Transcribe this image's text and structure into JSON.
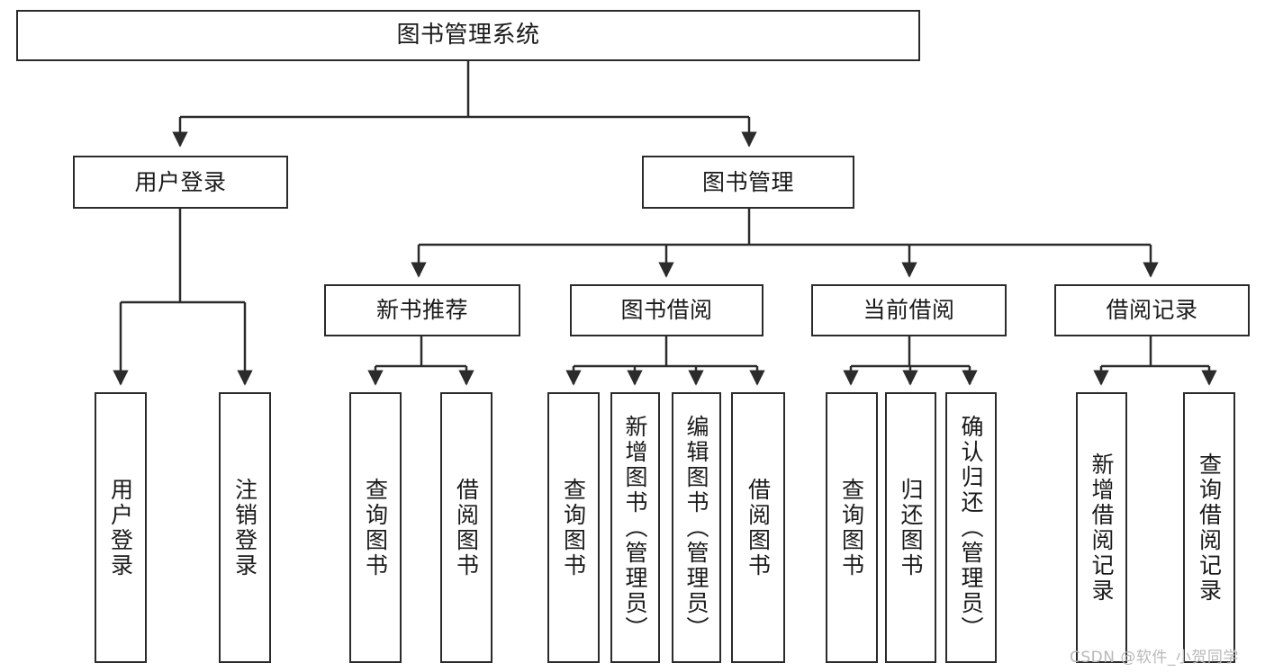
{
  "diagram": {
    "title": "图书管理系统",
    "type": "tree-hierarchy-chart",
    "stroke_color": "#2b2b2b",
    "fill_color": "#ffffff",
    "text_color": "#1a1a1a",
    "levels": [
      {
        "level": 1,
        "nodes": [
          {
            "id": "root",
            "label": "图书管理系统",
            "orientation": "horizontal"
          }
        ]
      },
      {
        "level": 2,
        "nodes": [
          {
            "id": "login",
            "label": "用户登录",
            "orientation": "horizontal"
          },
          {
            "id": "bookmgmt",
            "label": "图书管理",
            "orientation": "horizontal"
          }
        ]
      },
      {
        "level": 3,
        "nodes": [
          {
            "id": "newbook",
            "label": "新书推荐",
            "orientation": "horizontal"
          },
          {
            "id": "borrow",
            "label": "图书借阅",
            "orientation": "horizontal"
          },
          {
            "id": "current",
            "label": "当前借阅",
            "orientation": "horizontal"
          },
          {
            "id": "records",
            "label": "借阅记录",
            "orientation": "horizontal"
          }
        ]
      },
      {
        "level": 4,
        "nodes": [
          {
            "id": "leaf-user-login",
            "label": "用户登录",
            "orientation": "vertical"
          },
          {
            "id": "leaf-user-logout",
            "label": "注销登录",
            "orientation": "vertical"
          },
          {
            "id": "leaf-query-book-1",
            "label": "查询图书",
            "orientation": "vertical"
          },
          {
            "id": "leaf-borrow-book-1",
            "label": "借阅图书",
            "orientation": "vertical"
          },
          {
            "id": "leaf-query-book-2",
            "label": "查询图书",
            "orientation": "vertical"
          },
          {
            "id": "leaf-add-book",
            "label": "新增图书（管理员）",
            "orientation": "vertical"
          },
          {
            "id": "leaf-edit-book",
            "label": "编辑图书（管理员）",
            "orientation": "vertical"
          },
          {
            "id": "leaf-borrow-book-2",
            "label": "借阅图书",
            "orientation": "vertical"
          },
          {
            "id": "leaf-query-book-3",
            "label": "查询图书",
            "orientation": "vertical"
          },
          {
            "id": "leaf-return-book",
            "label": "归还图书",
            "orientation": "vertical"
          },
          {
            "id": "leaf-confirm-return",
            "label": "确认归还（管理员）",
            "orientation": "vertical"
          },
          {
            "id": "leaf-add-record",
            "label": "新增借阅记录",
            "orientation": "vertical"
          },
          {
            "id": "leaf-query-record",
            "label": "查询借阅记录",
            "orientation": "vertical"
          }
        ]
      }
    ]
  },
  "watermark": {
    "text": "CSDN @软件_小贺同学"
  }
}
